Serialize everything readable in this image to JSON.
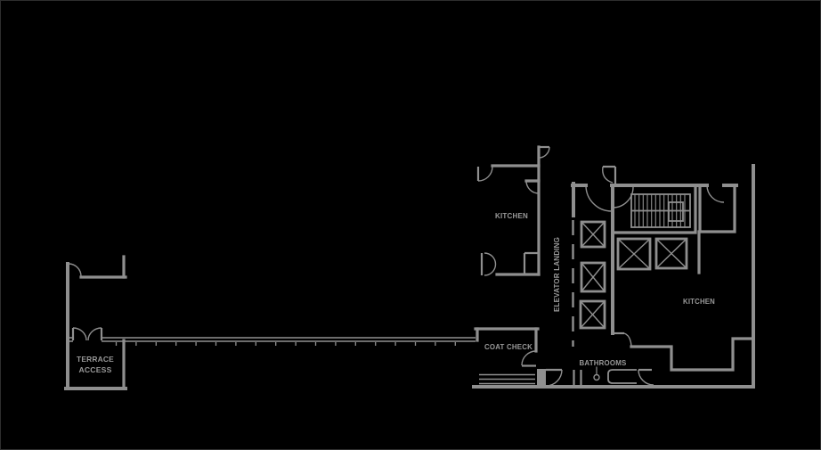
{
  "palette": {
    "background": "#000000",
    "line": "#8f8f8f",
    "text": "#999999",
    "border": "#2e2e2e"
  },
  "rooms": {
    "kitchen_top": {
      "label": "KITCHEN"
    },
    "elevator_landing": {
      "label": "ELEVATOR LANDING"
    },
    "kitchen_right": {
      "label": "KITCHEN"
    },
    "coat_check": {
      "label": "COAT CHECK"
    },
    "bathrooms": {
      "label": "BATHROOMS"
    },
    "terrace_access": {
      "label_line1": "TERRACE",
      "label_line2": "ACCESS"
    }
  }
}
